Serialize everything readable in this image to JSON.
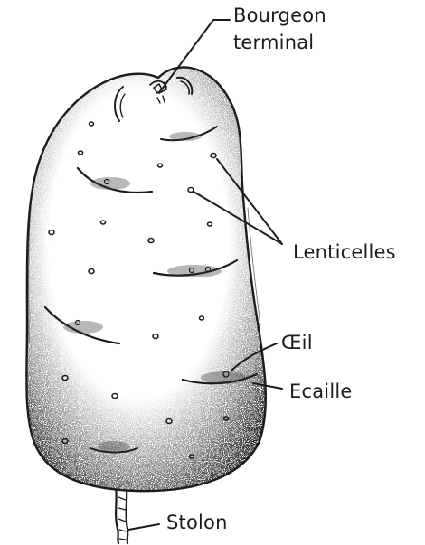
{
  "diagram": {
    "labels": {
      "bourgeon_line1": "Bourgeon",
      "bourgeon_line2": "terminal",
      "lenticelles": "Lenticelles",
      "oeil": "Œil",
      "ecaille": "Ecaille",
      "stolon": "Stolon"
    },
    "ink_color": "#1c1c1c"
  }
}
